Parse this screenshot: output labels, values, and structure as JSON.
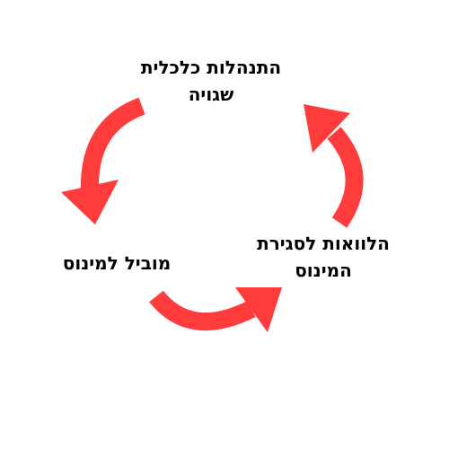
{
  "colors": {
    "arrow": "#ff3b3b",
    "text": "#000000",
    "background": "#ffffff"
  },
  "nodes": {
    "top": {
      "line1": "התנהלות כלכלית",
      "line2": "שגויה"
    },
    "left": {
      "line1": "מוביל למינוס"
    },
    "right": {
      "line1": "הלוואות לסגירת",
      "line2": "המינוס"
    }
  }
}
